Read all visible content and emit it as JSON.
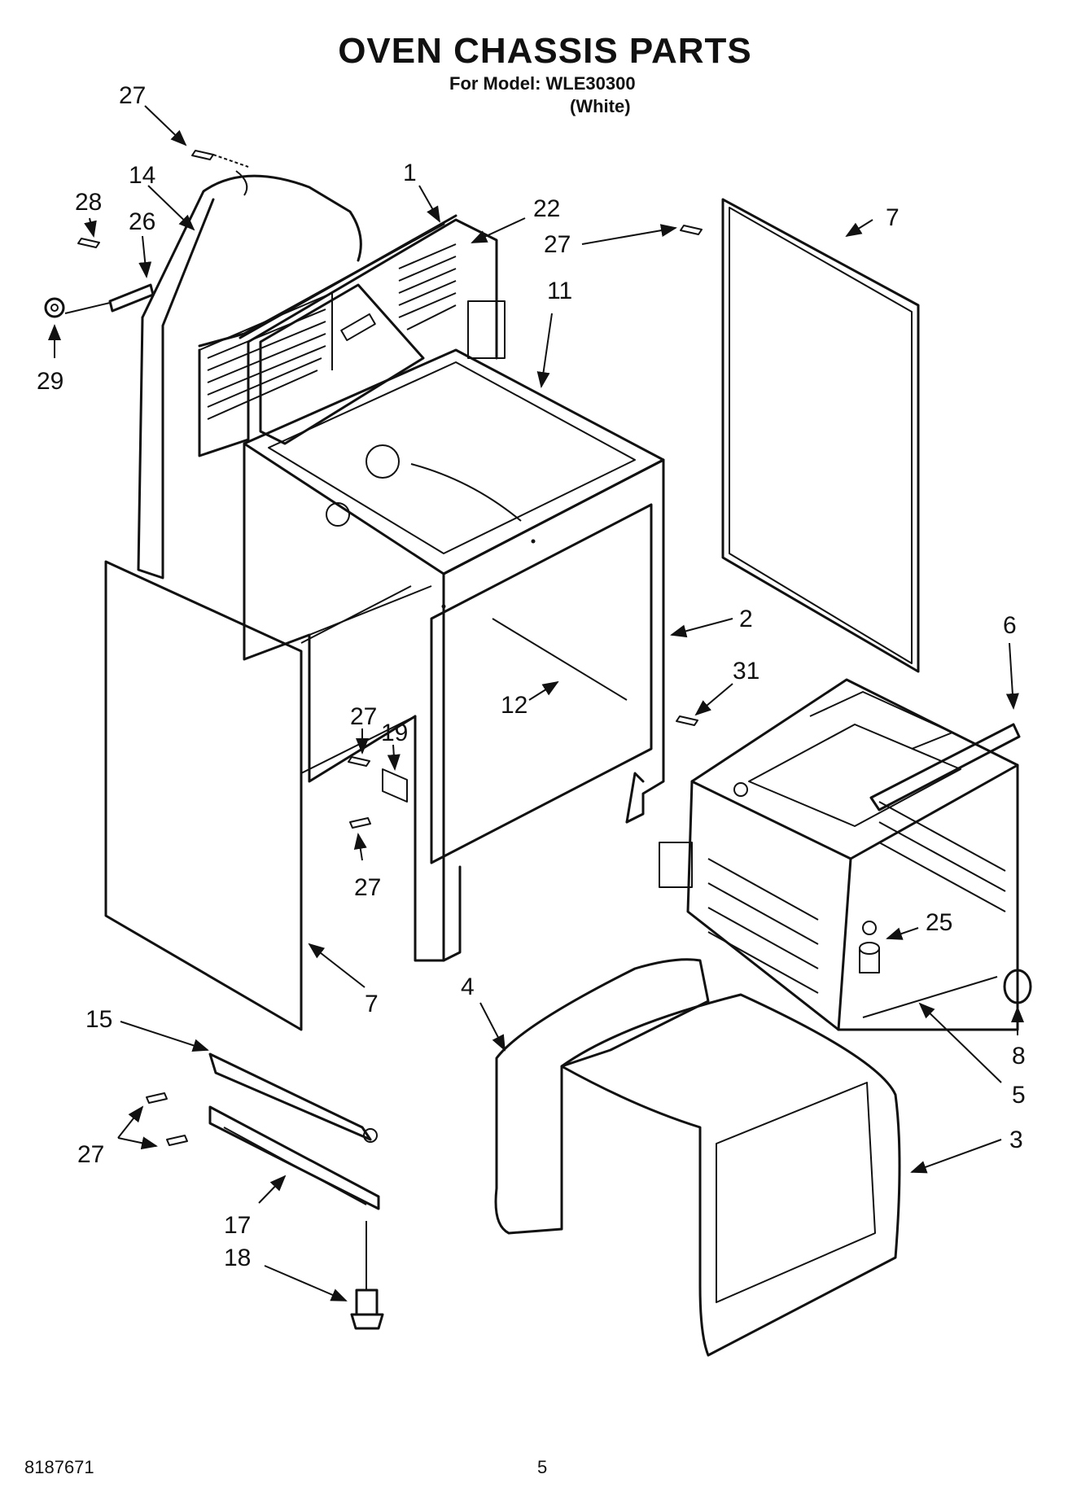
{
  "header": {
    "title": "OVEN CHASSIS PARTS",
    "model_line": "For Model: WLE30300",
    "color_line": "(White)"
  },
  "footer": {
    "doc_number": "8187671",
    "page_number": "5"
  },
  "callouts": {
    "c1": "1",
    "c2": "2",
    "c3": "3",
    "c4": "4",
    "c5": "5",
    "c6": "6",
    "c7a": "7",
    "c7b": "7",
    "c8": "8",
    "c11": "11",
    "c12": "12",
    "c14": "14",
    "c15": "15",
    "c17": "17",
    "c18": "18",
    "c19": "19",
    "c22": "22",
    "c25": "25",
    "c26": "26",
    "c27a": "27",
    "c27b": "27",
    "c27c": "27",
    "c27d": "27",
    "c27e": "27",
    "c28": "28",
    "c29": "29",
    "c31": "31"
  }
}
